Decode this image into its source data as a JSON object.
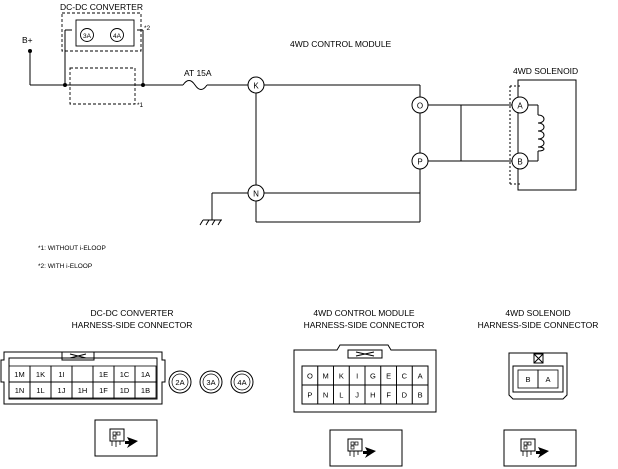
{
  "dcdc_converter": {
    "title": "DC-DC CONVERTER",
    "terminal_3a": "3A",
    "terminal_4a": "4A",
    "note_mark_2": "*2",
    "note_mark_1": "*1"
  },
  "battery_label": "B+",
  "fuse_label": "AT 15A",
  "module": {
    "title": "4WD CONTROL MODULE",
    "terminals": {
      "k": "K",
      "n": "N",
      "o": "O",
      "p": "P"
    }
  },
  "solenoid": {
    "title": "4WD SOLENOID",
    "terminals": {
      "a": "A",
      "b": "B"
    }
  },
  "notes": [
    "*1: WITHOUT i-ELOOP",
    "*2: WITH i-ELOOP"
  ],
  "connectors": {
    "dcdc": {
      "title_line1": "DC-DC CONVERTER",
      "title_line2": "HARNESS-SIDE CONNECTOR",
      "row1": [
        "1M",
        "1K",
        "1I",
        "",
        "1E",
        "1C",
        "1A"
      ],
      "row2": [
        "1N",
        "1L",
        "1J",
        "1H",
        "1F",
        "1D",
        "1B"
      ],
      "extra_terminals": [
        "2A",
        "3A",
        "4A"
      ]
    },
    "module": {
      "title_line1": "4WD CONTROL MODULE",
      "title_line2": "HARNESS-SIDE CONNECTOR",
      "row1": [
        "O",
        "M",
        "K",
        "I",
        "G",
        "E",
        "C",
        "A"
      ],
      "row2": [
        "P",
        "N",
        "L",
        "J",
        "H",
        "F",
        "D",
        "B"
      ]
    },
    "solenoid": {
      "title_line1": "4WD SOLENOID",
      "title_line2": "HARNESS-SIDE CONNECTOR",
      "row1": [
        "B",
        "A"
      ]
    }
  }
}
